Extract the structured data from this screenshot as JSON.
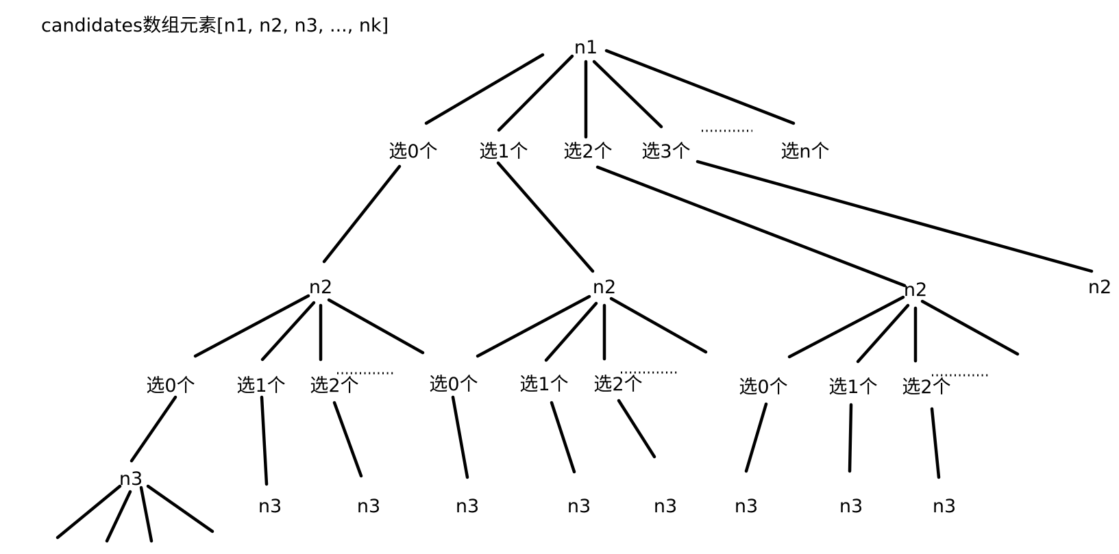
{
  "title": "candidates数组元素[n1, n2, n3, ..., nk]",
  "ellipsis": "..........",
  "nodes": {
    "root": "n1",
    "level1": [
      "选0个",
      "选1个",
      "选2个",
      "选3个",
      "选n个"
    ],
    "level2": [
      "n2",
      "n2",
      "n2",
      "n2"
    ],
    "level3": [
      [
        "选0个",
        "选1个",
        "选2个"
      ],
      [
        "选0个",
        "选1个",
        "选2个"
      ],
      [
        "选0个",
        "选1个",
        "选2个"
      ]
    ],
    "level4": [
      "n3",
      "n3",
      "n3",
      "n3",
      "n3",
      "n3",
      "n3",
      "n3",
      "n3"
    ]
  }
}
